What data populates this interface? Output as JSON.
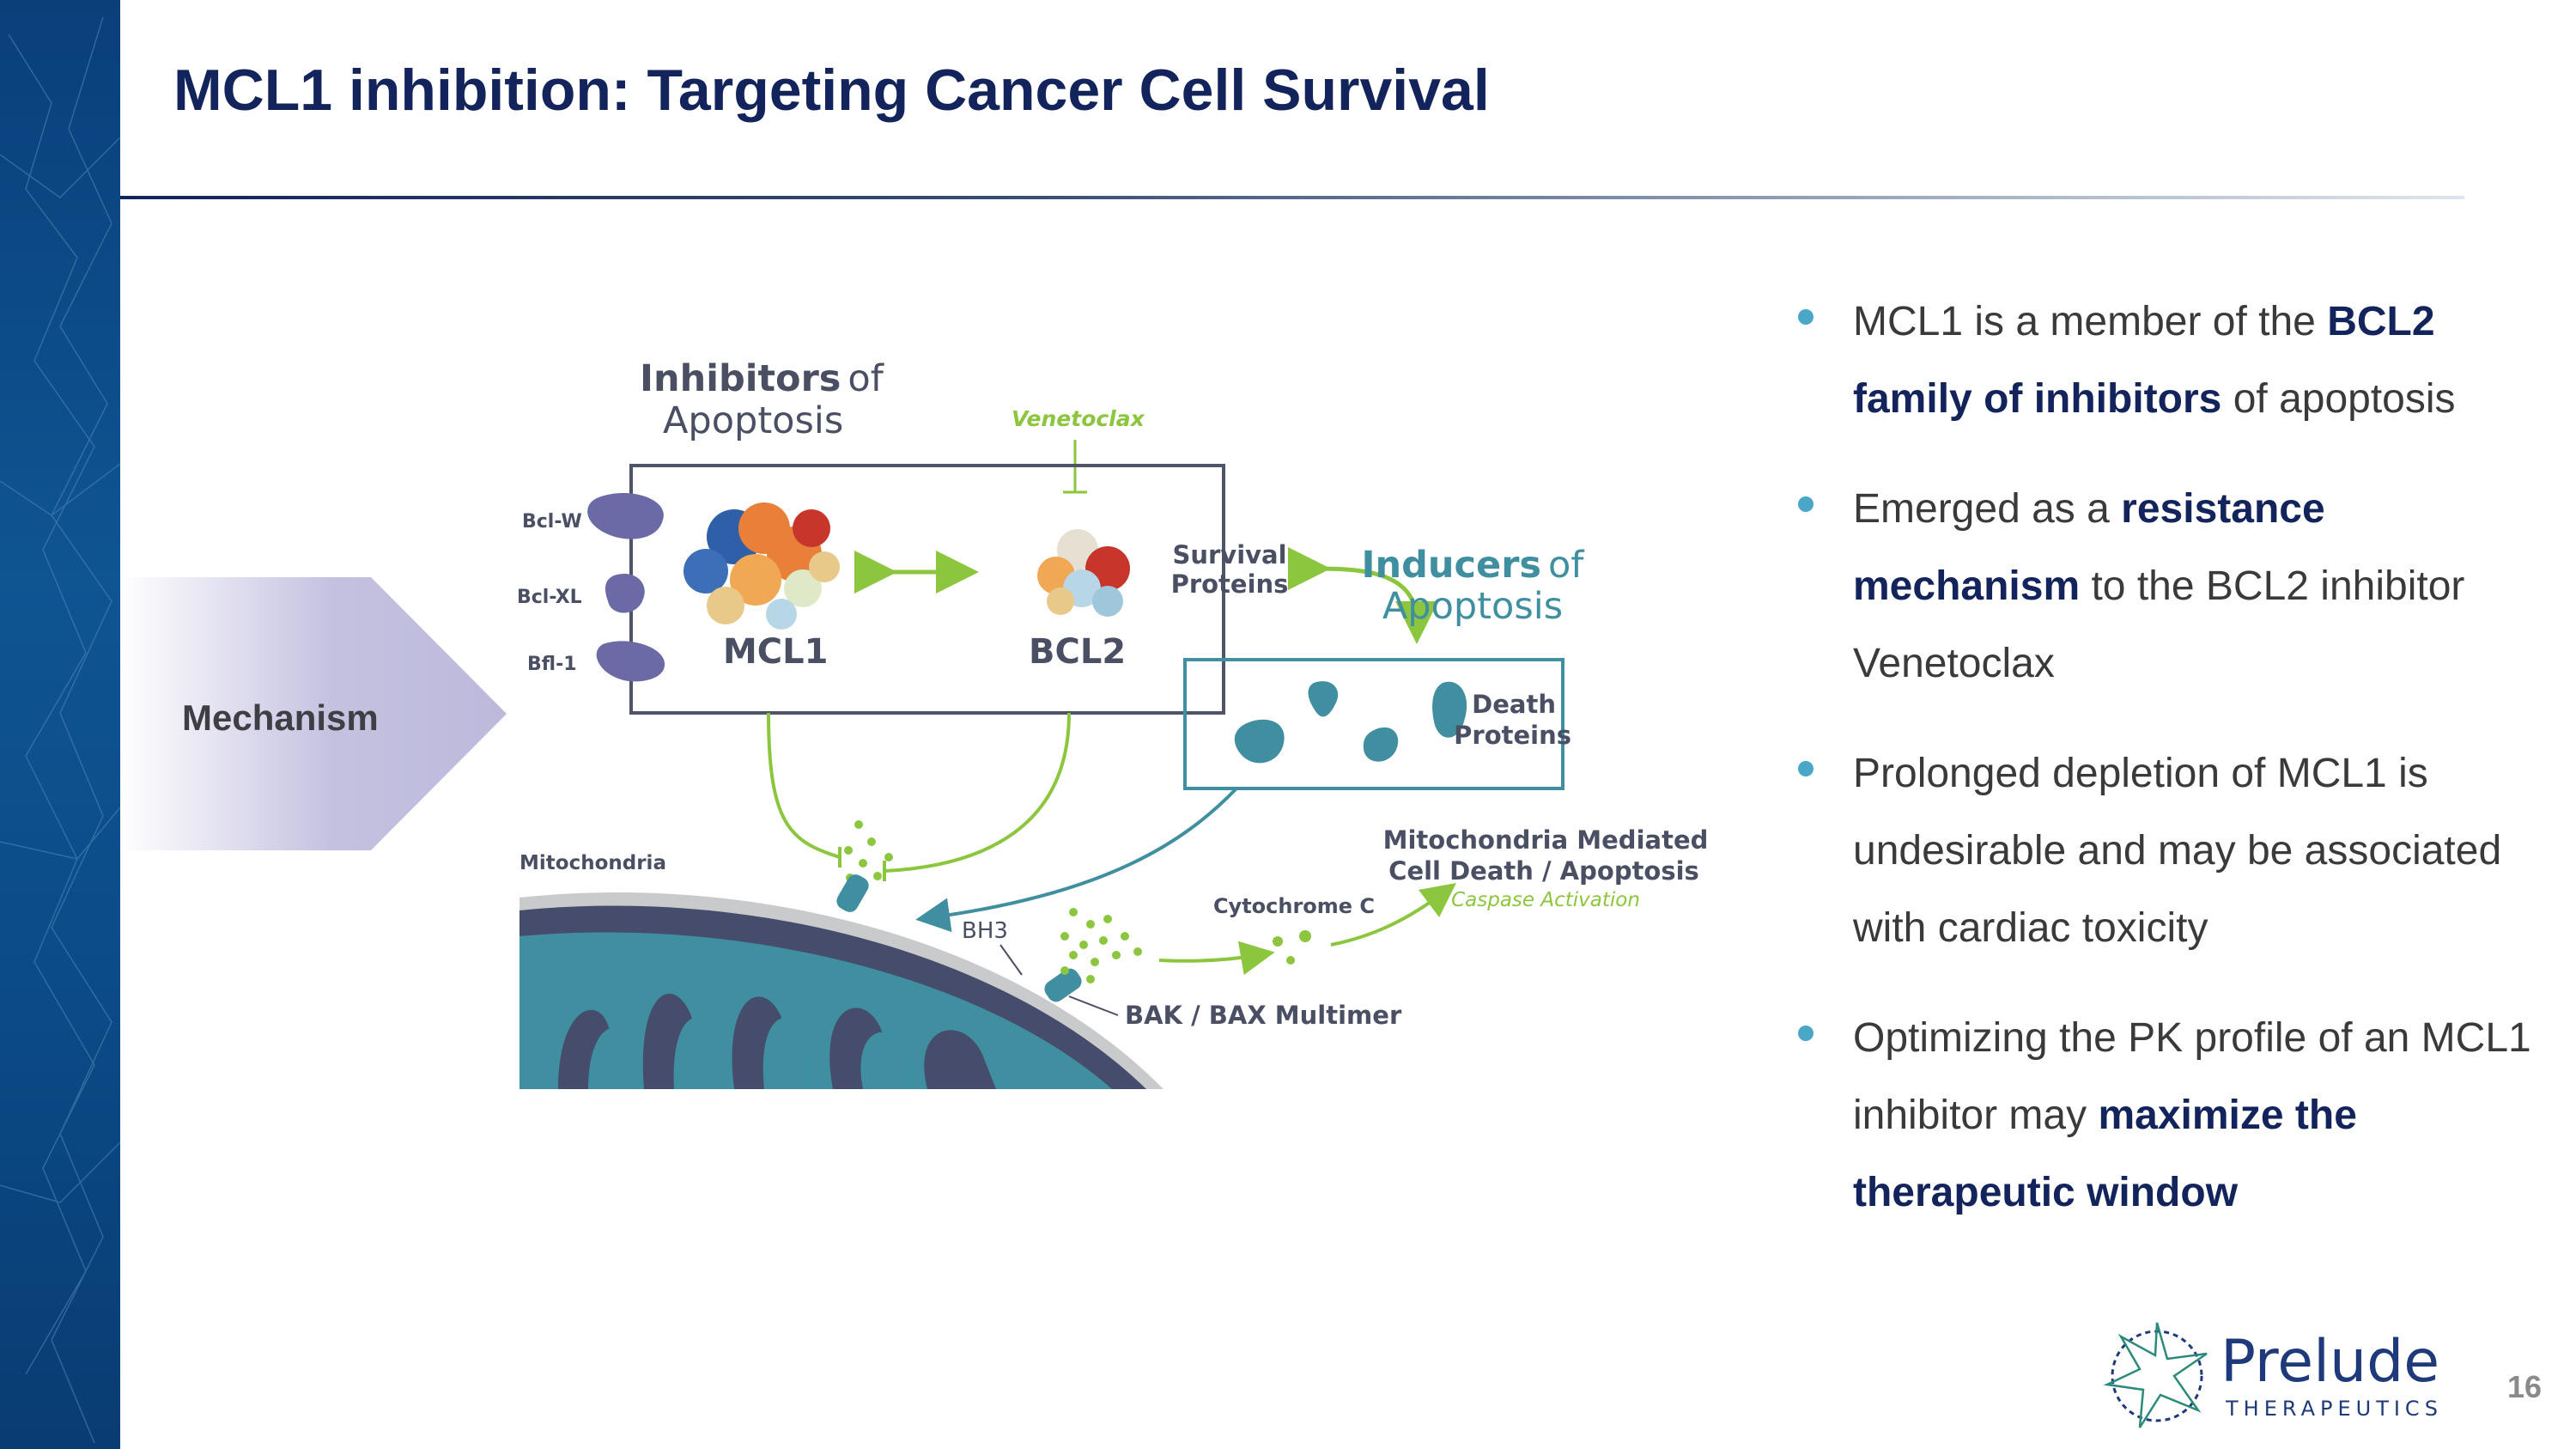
{
  "slide": {
    "title": "MCL1 inhibition: Targeting Cancer Cell Survival",
    "page_number": "16"
  },
  "section_label": "Mechanism",
  "diagram": {
    "inhibitors_heading_1": "Inhibitors",
    "inhibitors_heading_1b": "of",
    "inhibitors_heading_2": "Apoptosis",
    "venetoclax": "Venetoclax",
    "bcl_w": "Bcl-W",
    "bcl_xl": "Bcl-XL",
    "bfl_1": "Bfl-1",
    "mcl1": "MCL1",
    "bcl2": "BCL2",
    "survival_1": "Survival",
    "survival_2": "Proteins",
    "inducers_heading_1": "Inducers",
    "inducers_heading_1b": "of",
    "inducers_heading_2": "Apoptosis",
    "death_1": "Death",
    "death_2": "Proteins",
    "mitochondria": "Mitochondria",
    "mito_death_1": "Mitochondria Mediated",
    "mito_death_2": "Cell Death / Apoptosis",
    "caspase": "Caspase Activation",
    "cytochrome": "Cytochrome C",
    "bh3": "BH3",
    "bak_bax": "BAK / BAX Multimer"
  },
  "bullets": [
    {
      "pre": "MCL1 is a member of the ",
      "bold": "BCL2 family of inhibitors",
      "post": " of apoptosis"
    },
    {
      "pre": "Emerged as a ",
      "bold": "resistance mechanism",
      "post": " to the BCL2 inhibitor Venetoclax"
    },
    {
      "pre": "Prolonged depletion of MCL1 is undesirable and may be associated with cardiac toxicity",
      "bold": "",
      "post": ""
    },
    {
      "pre": "Optimizing the PK profile of an MCL1 inhibitor may ",
      "bold": "maximize the therapeutic window",
      "post": ""
    }
  ],
  "logo": {
    "name": "Prelude",
    "tagline": "THERAPEUTICS"
  },
  "colors": {
    "navy": "#13235b",
    "teal": "#3f8fa0",
    "green": "#8cc63f",
    "purple": "#6b6aa6",
    "bullet_dot": "#4aa7c7"
  }
}
